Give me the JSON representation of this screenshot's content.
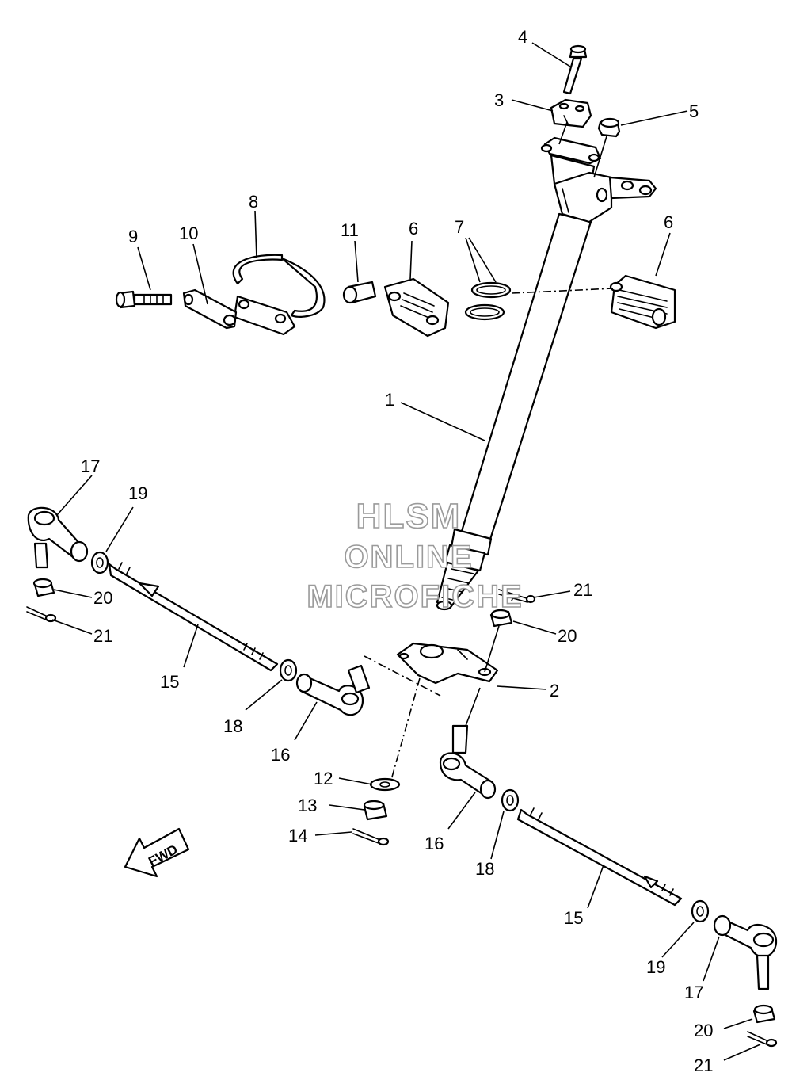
{
  "callouts": {
    "c1": "1",
    "c2": "2",
    "c3": "3",
    "c4": "4",
    "c5": "5",
    "c6a": "6",
    "c6b": "6",
    "c7": "7",
    "c8": "8",
    "c9": "9",
    "c10": "10",
    "c11": "11",
    "c12": "12",
    "c13": "13",
    "c14": "14",
    "c15a": "15",
    "c15b": "15",
    "c16a": "16",
    "c16b": "16",
    "c17a": "17",
    "c17b": "17",
    "c18a": "18",
    "c18b": "18",
    "c19a": "19",
    "c19b": "19",
    "c20a": "20",
    "c20b": "20",
    "c20c": "20",
    "c21a": "21",
    "c21b": "21",
    "c21c": "21"
  },
  "watermark": {
    "line1": "HLSM",
    "line2": "ONLINE",
    "line3": "MICROFICHE"
  },
  "direction_badge": {
    "label": "FWD"
  }
}
